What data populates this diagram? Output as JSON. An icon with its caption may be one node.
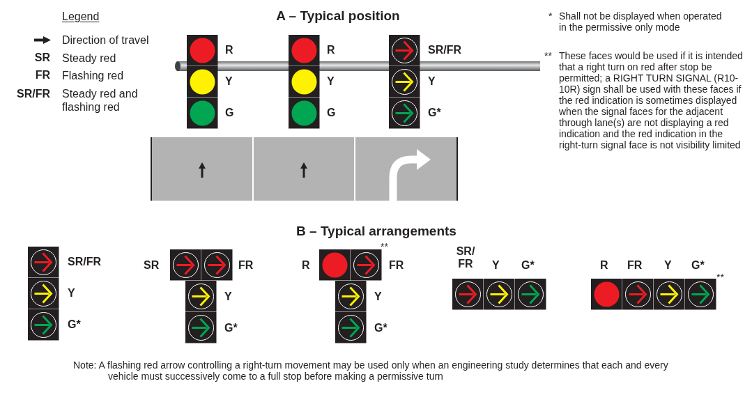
{
  "diagram": {
    "labels": [
      "Legend",
      "A – Typical position",
      "*",
      "Shall not be displayed when operated in the permissive only mode",
      "SR",
      "FR",
      "SR/FR",
      "R",
      "R",
      "SR/FR",
      "Y",
      "Y",
      "Y",
      "G",
      "G",
      "G*",
      "**",
      "These faces would be used if it is intended that a right turn on red after stop be permitted; a RIGHT TURN SIGNAL (R10-10R) sign shall be used with these faces if the red indication is sometimes displayed when the signal faces for the adjacent through lane(s) are not displaying a red indication and the red indication in the right-turn signal face is not visibility limited",
      "B – Typical arrangements",
      "SR/FR",
      "Y",
      "G*",
      "SR",
      "FR",
      "Y",
      "G*",
      "**",
      "R",
      "FR",
      "Y",
      "G*",
      "SR/ FR",
      "Y",
      "G*",
      "R",
      "FR",
      "Y",
      "G*",
      "**",
      "Note:  A flashing red arrow controlling a right-turn movement may be used only when an engineering study determines that each and every vehicle must successively come to a full stop before making a permissive turn"
    ],
    "legend": [
      {
        "text": "Direction of travel"
      },
      {
        "text": "Steady red"
      },
      {
        "text": "Flashing red"
      },
      {
        "text": "Steady red and flashing red"
      }
    ]
  }
}
